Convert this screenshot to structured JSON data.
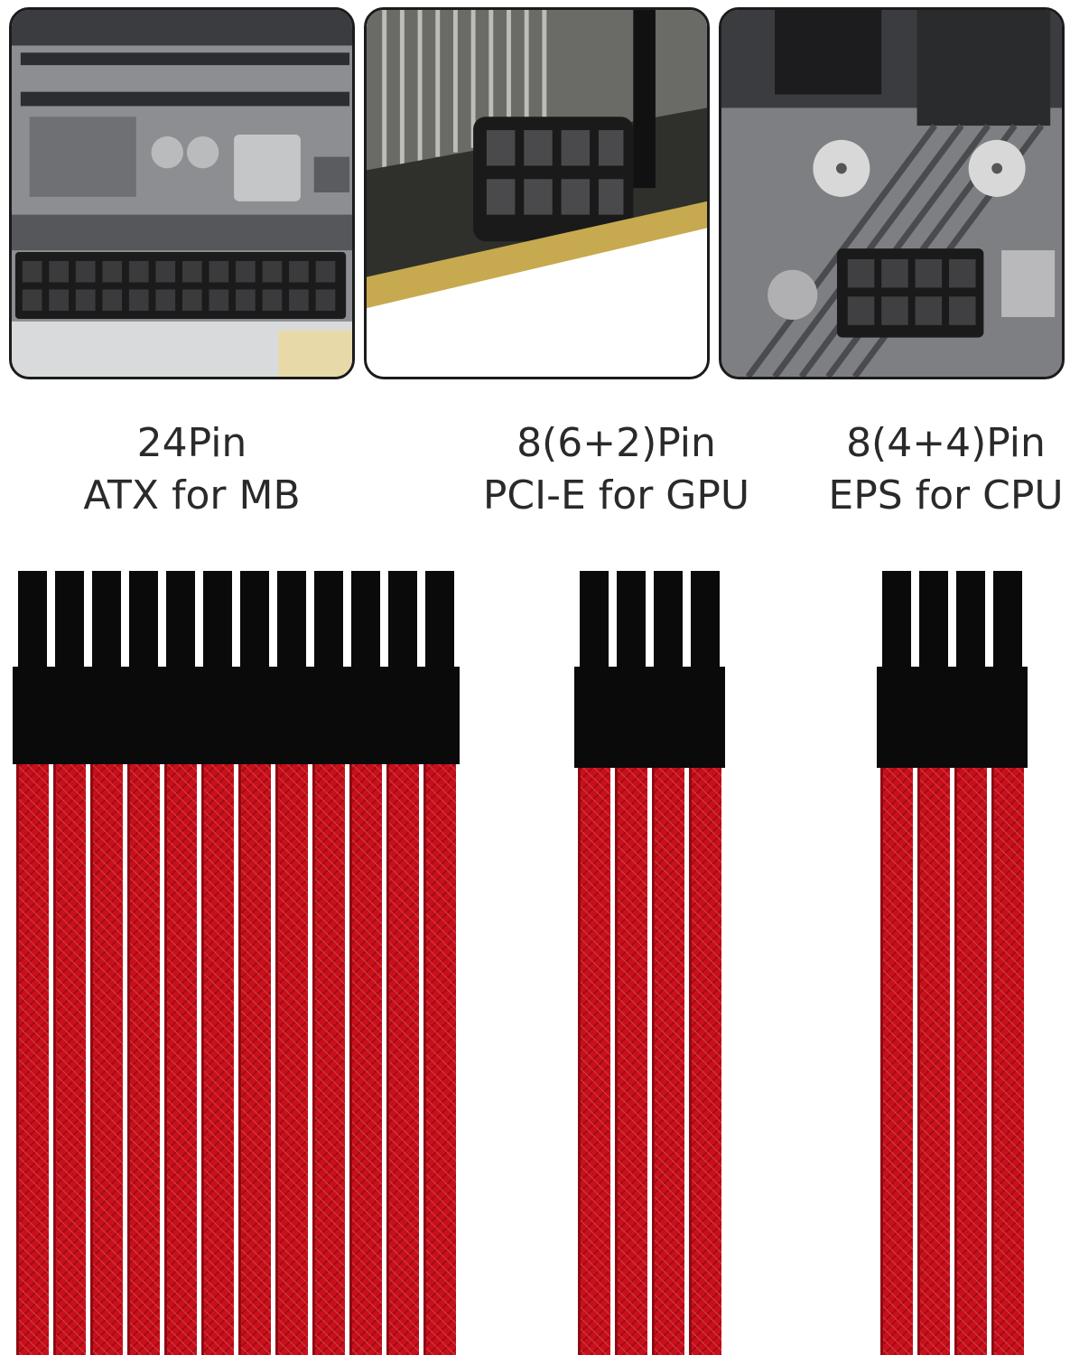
{
  "connectors": [
    {
      "pins": "24Pin",
      "usage": "ATX for MB"
    },
    {
      "pins": "8(6+2)Pin",
      "usage": "PCI-E for GPU"
    },
    {
      "pins": "8(4+4)Pin",
      "usage": "EPS for CPU"
    }
  ],
  "colors": {
    "sleeve": "#c8101c",
    "sleeve_dark": "#8e0a12",
    "connector": "#0a0a0a",
    "board_atx": "#8a8c90",
    "board_gpu": "#4a4a48",
    "board_cpu": "#7d7d80"
  },
  "photos": [
    "atx-motherboard-socket-photo",
    "gpu-8pin-socket-photo",
    "cpu-eps-socket-photo"
  ]
}
